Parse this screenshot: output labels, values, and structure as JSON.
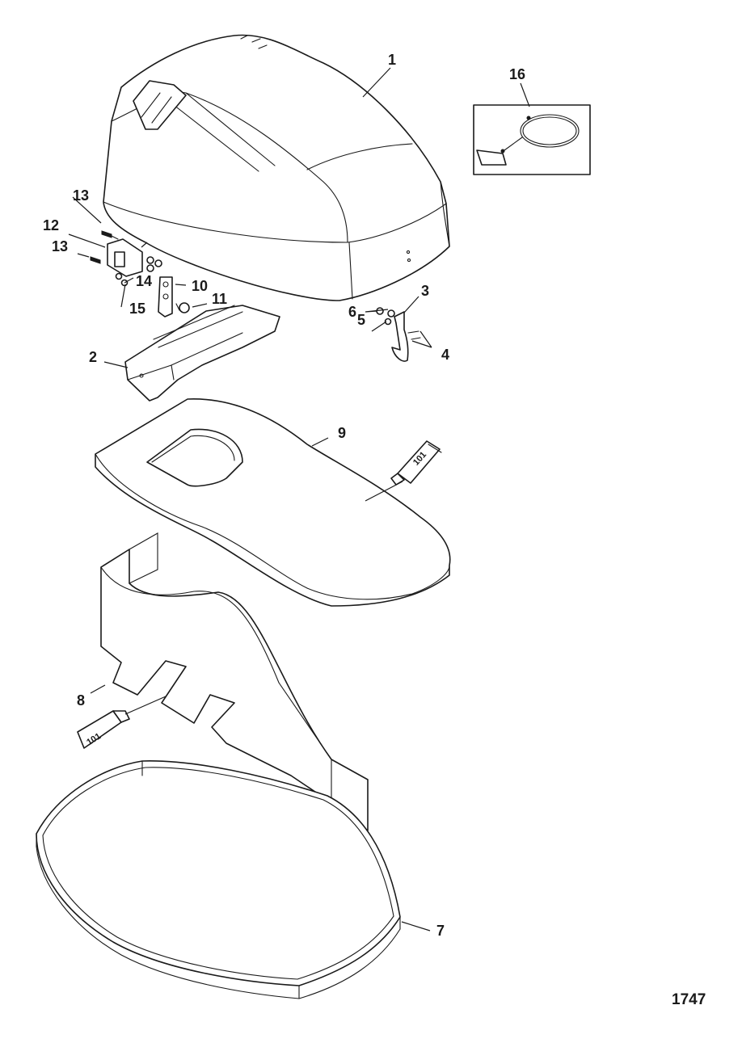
{
  "labels": {
    "p1": "1",
    "p2": "2",
    "p3": "3",
    "p4": "4",
    "p5": "5",
    "p6": "6",
    "p7": "7",
    "p8": "8",
    "p9": "9",
    "p10": "10",
    "p11": "11",
    "p12": "12",
    "p13a": "13",
    "p13b": "13",
    "p14": "14",
    "p15": "15",
    "p16": "16"
  },
  "sealant": {
    "top": "101",
    "bottom": "101"
  },
  "figure_number": "1747"
}
